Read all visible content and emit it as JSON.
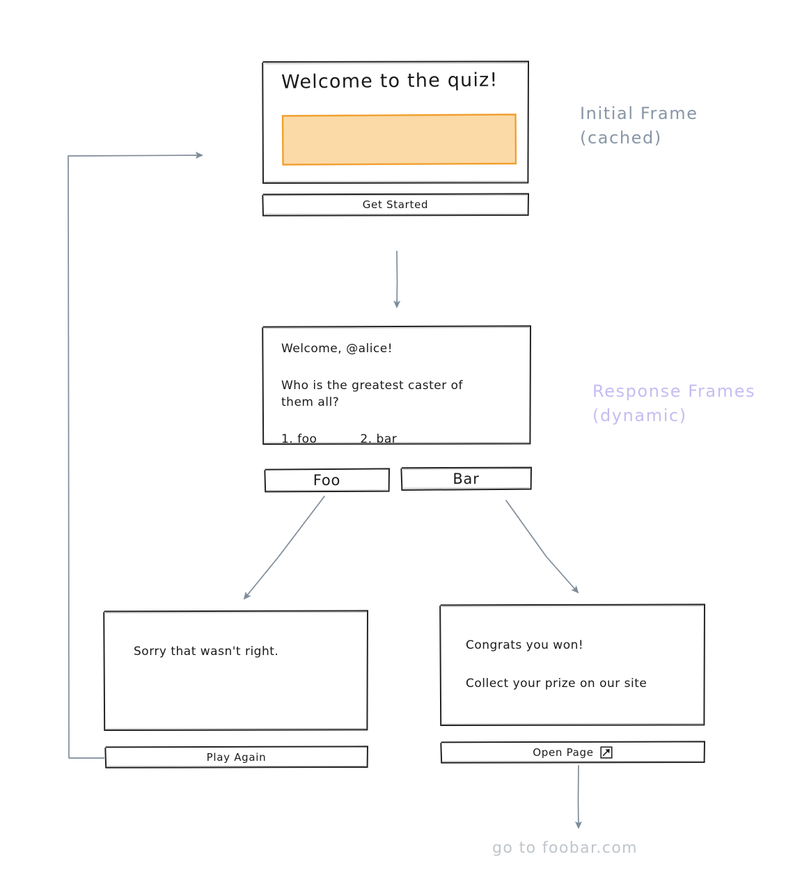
{
  "diagram": {
    "title": "Frames quiz flow",
    "background": "#ffffff"
  },
  "colors": {
    "ink": "#1a1a1a",
    "stroke": "#222222",
    "arrow": "#7f8c99",
    "annotation_initial": "#8896a6",
    "annotation_response": "#c5bdf2",
    "footer_note": "#bfc5cb",
    "orange_fill": "#fbdaa8",
    "orange_border": "#f0a030"
  },
  "frames": {
    "initial": {
      "title": "Welcome to the quiz!",
      "input_placeholder": "",
      "button_label": "Get Started"
    },
    "question": {
      "greeting": "Welcome, @alice!",
      "question_line_1": "Who is the greatest caster of",
      "question_line_2": "them all?",
      "choice_1": "1. foo",
      "choice_2": "2. bar",
      "button_foo_label": "Foo",
      "button_bar_label": "Bar"
    },
    "wrong": {
      "message": "Sorry that wasn't right.",
      "button_label": "Play Again"
    },
    "won": {
      "message_line_1": "Congrats you won!",
      "message_line_2": "Collect your prize on our site",
      "button_label": "Open Page",
      "button_icon": "external-link-icon"
    }
  },
  "annotations": {
    "initial_frame": "Initial  Frame\n(cached)",
    "response_frames": "Response Frames\n(dynamic)",
    "footer_note": "go to foobar.com"
  }
}
